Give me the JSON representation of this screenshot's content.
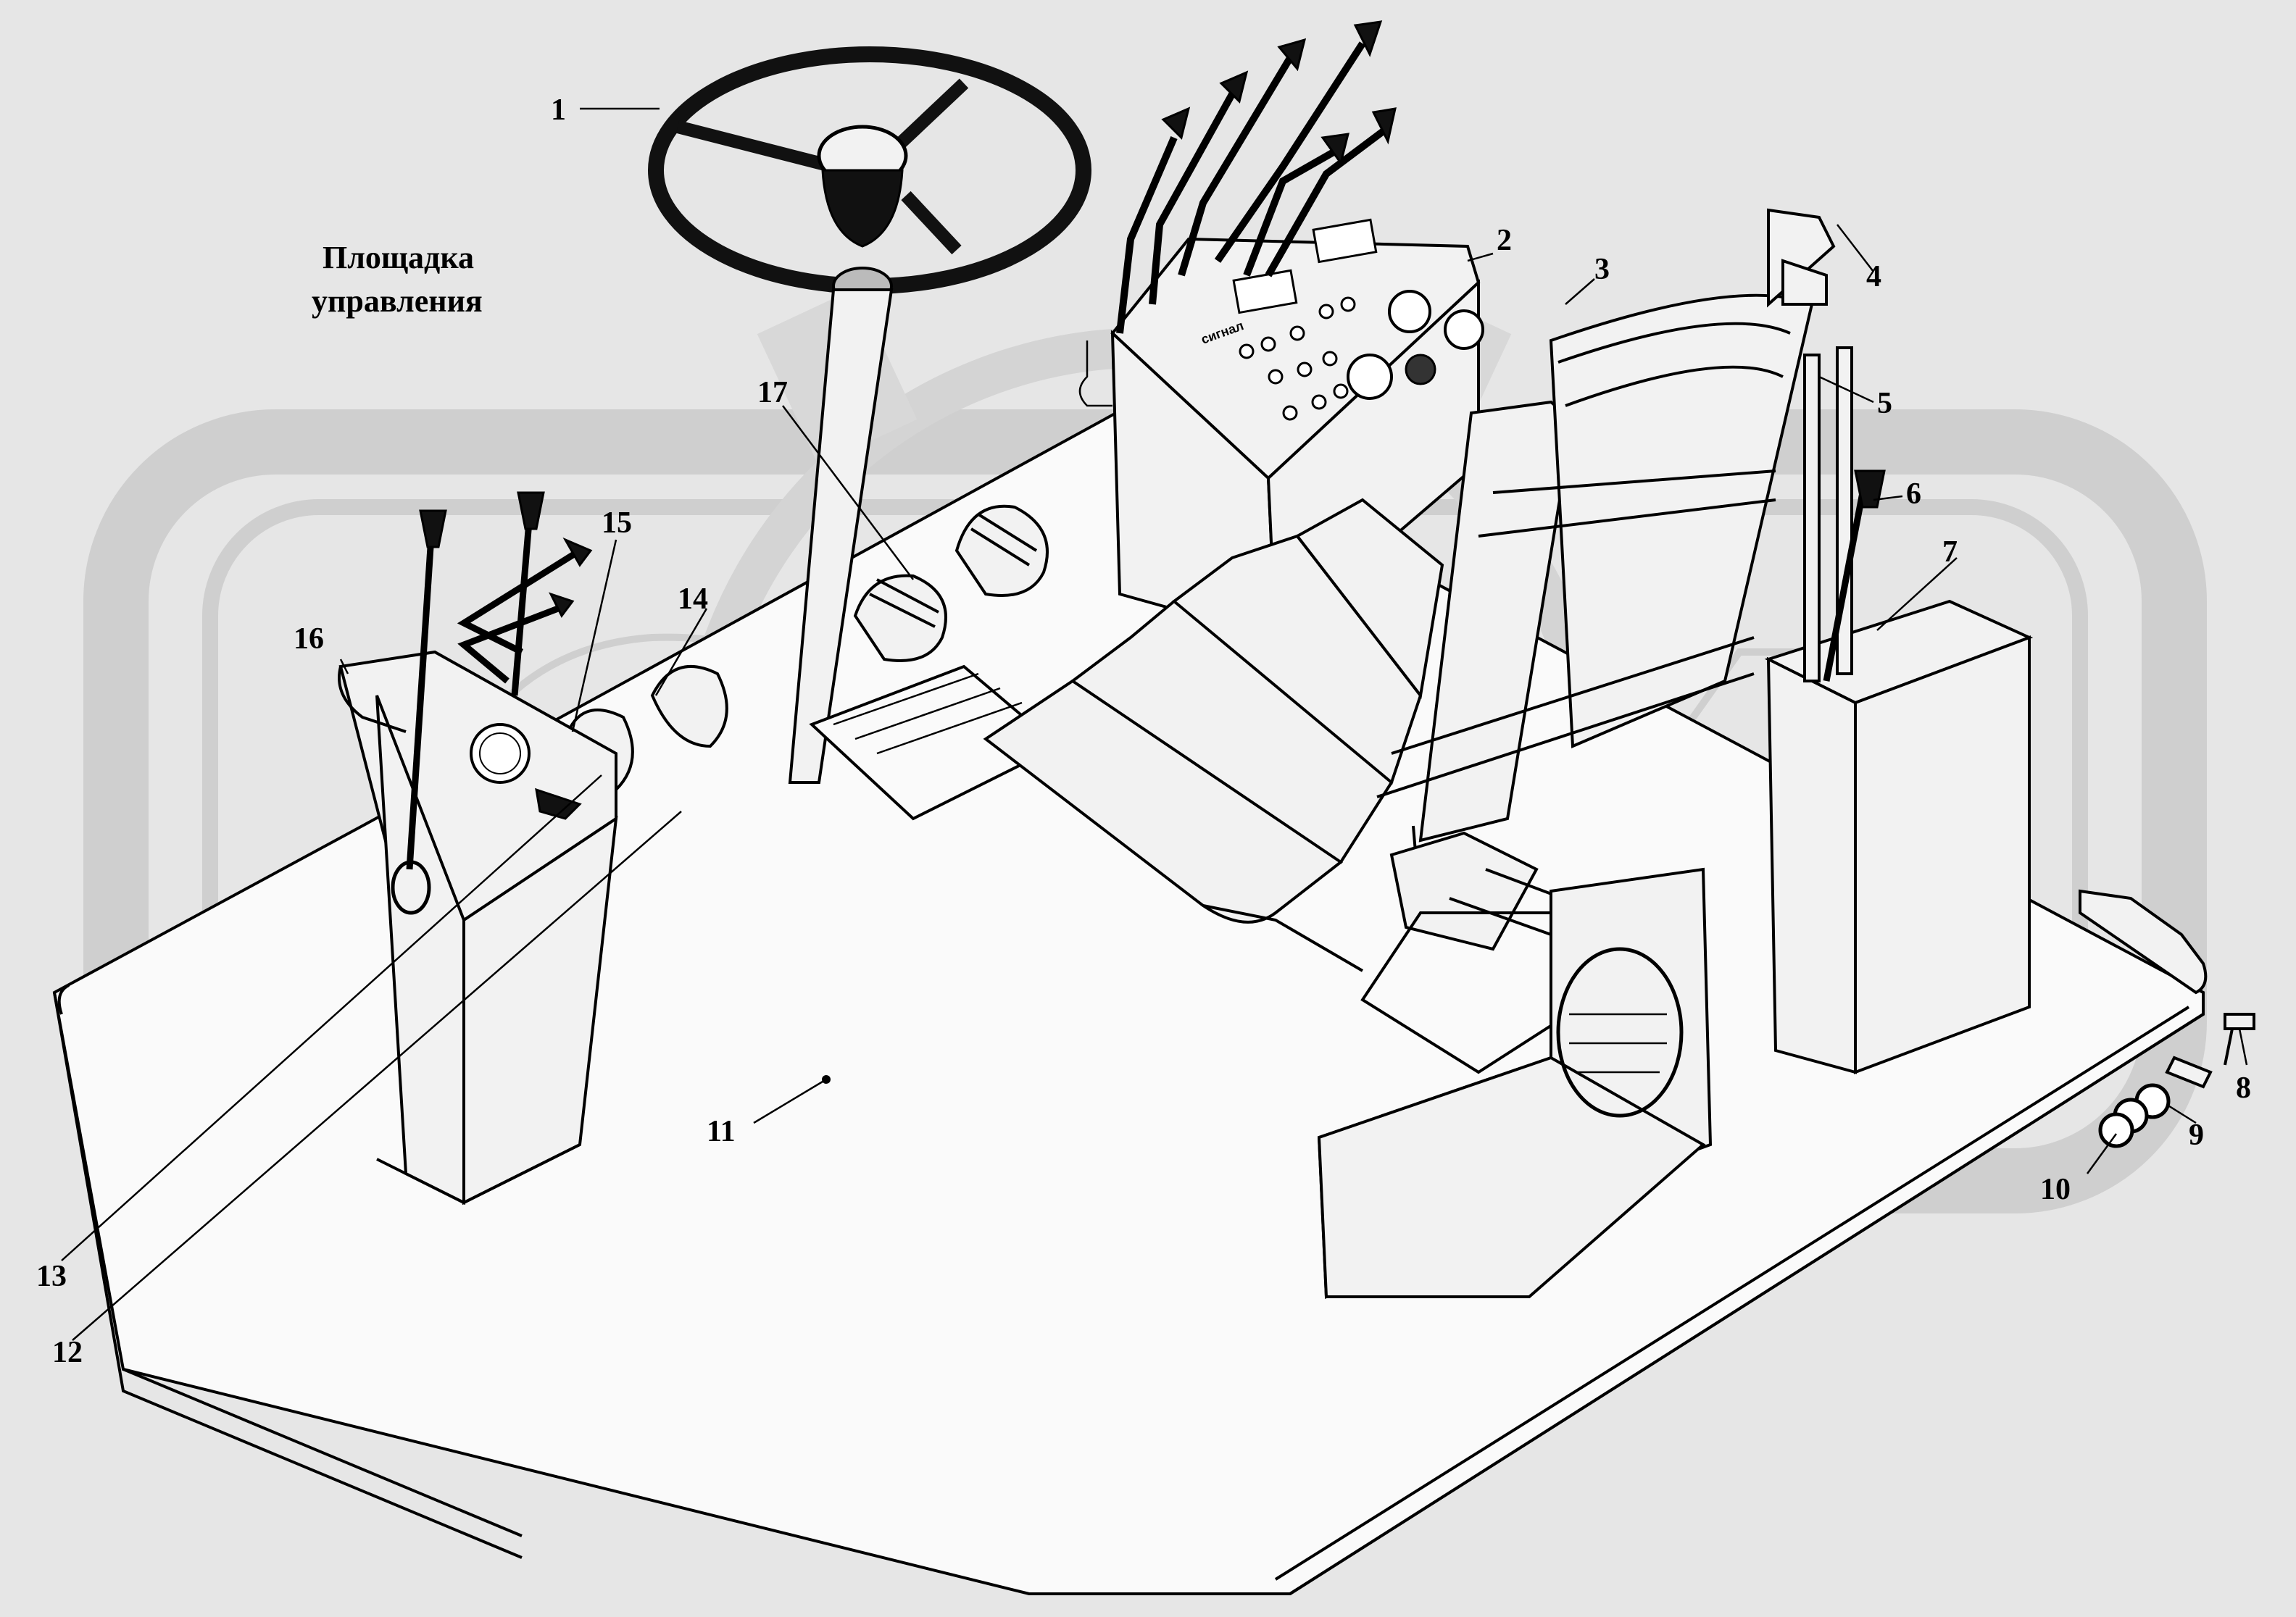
{
  "title_lines": [
    "Площадка",
    "управления"
  ],
  "callouts": [
    {
      "id": "1",
      "label": "1"
    },
    {
      "id": "2",
      "label": "2"
    },
    {
      "id": "3",
      "label": "3"
    },
    {
      "id": "4",
      "label": "4"
    },
    {
      "id": "5",
      "label": "5"
    },
    {
      "id": "6",
      "label": "6"
    },
    {
      "id": "7",
      "label": "7"
    },
    {
      "id": "8",
      "label": "8"
    },
    {
      "id": "9",
      "label": "9"
    },
    {
      "id": "10",
      "label": "10"
    },
    {
      "id": "11",
      "label": "11"
    },
    {
      "id": "12",
      "label": "12"
    },
    {
      "id": "13",
      "label": "13"
    },
    {
      "id": "14",
      "label": "14"
    },
    {
      "id": "15",
      "label": "15"
    },
    {
      "id": "16",
      "label": "16"
    },
    {
      "id": "17",
      "label": "17"
    }
  ],
  "panel_label": "сигнал",
  "colors": {
    "background": "#e6e6e6",
    "line": "#000000",
    "watermark": "#cfcfcf"
  }
}
